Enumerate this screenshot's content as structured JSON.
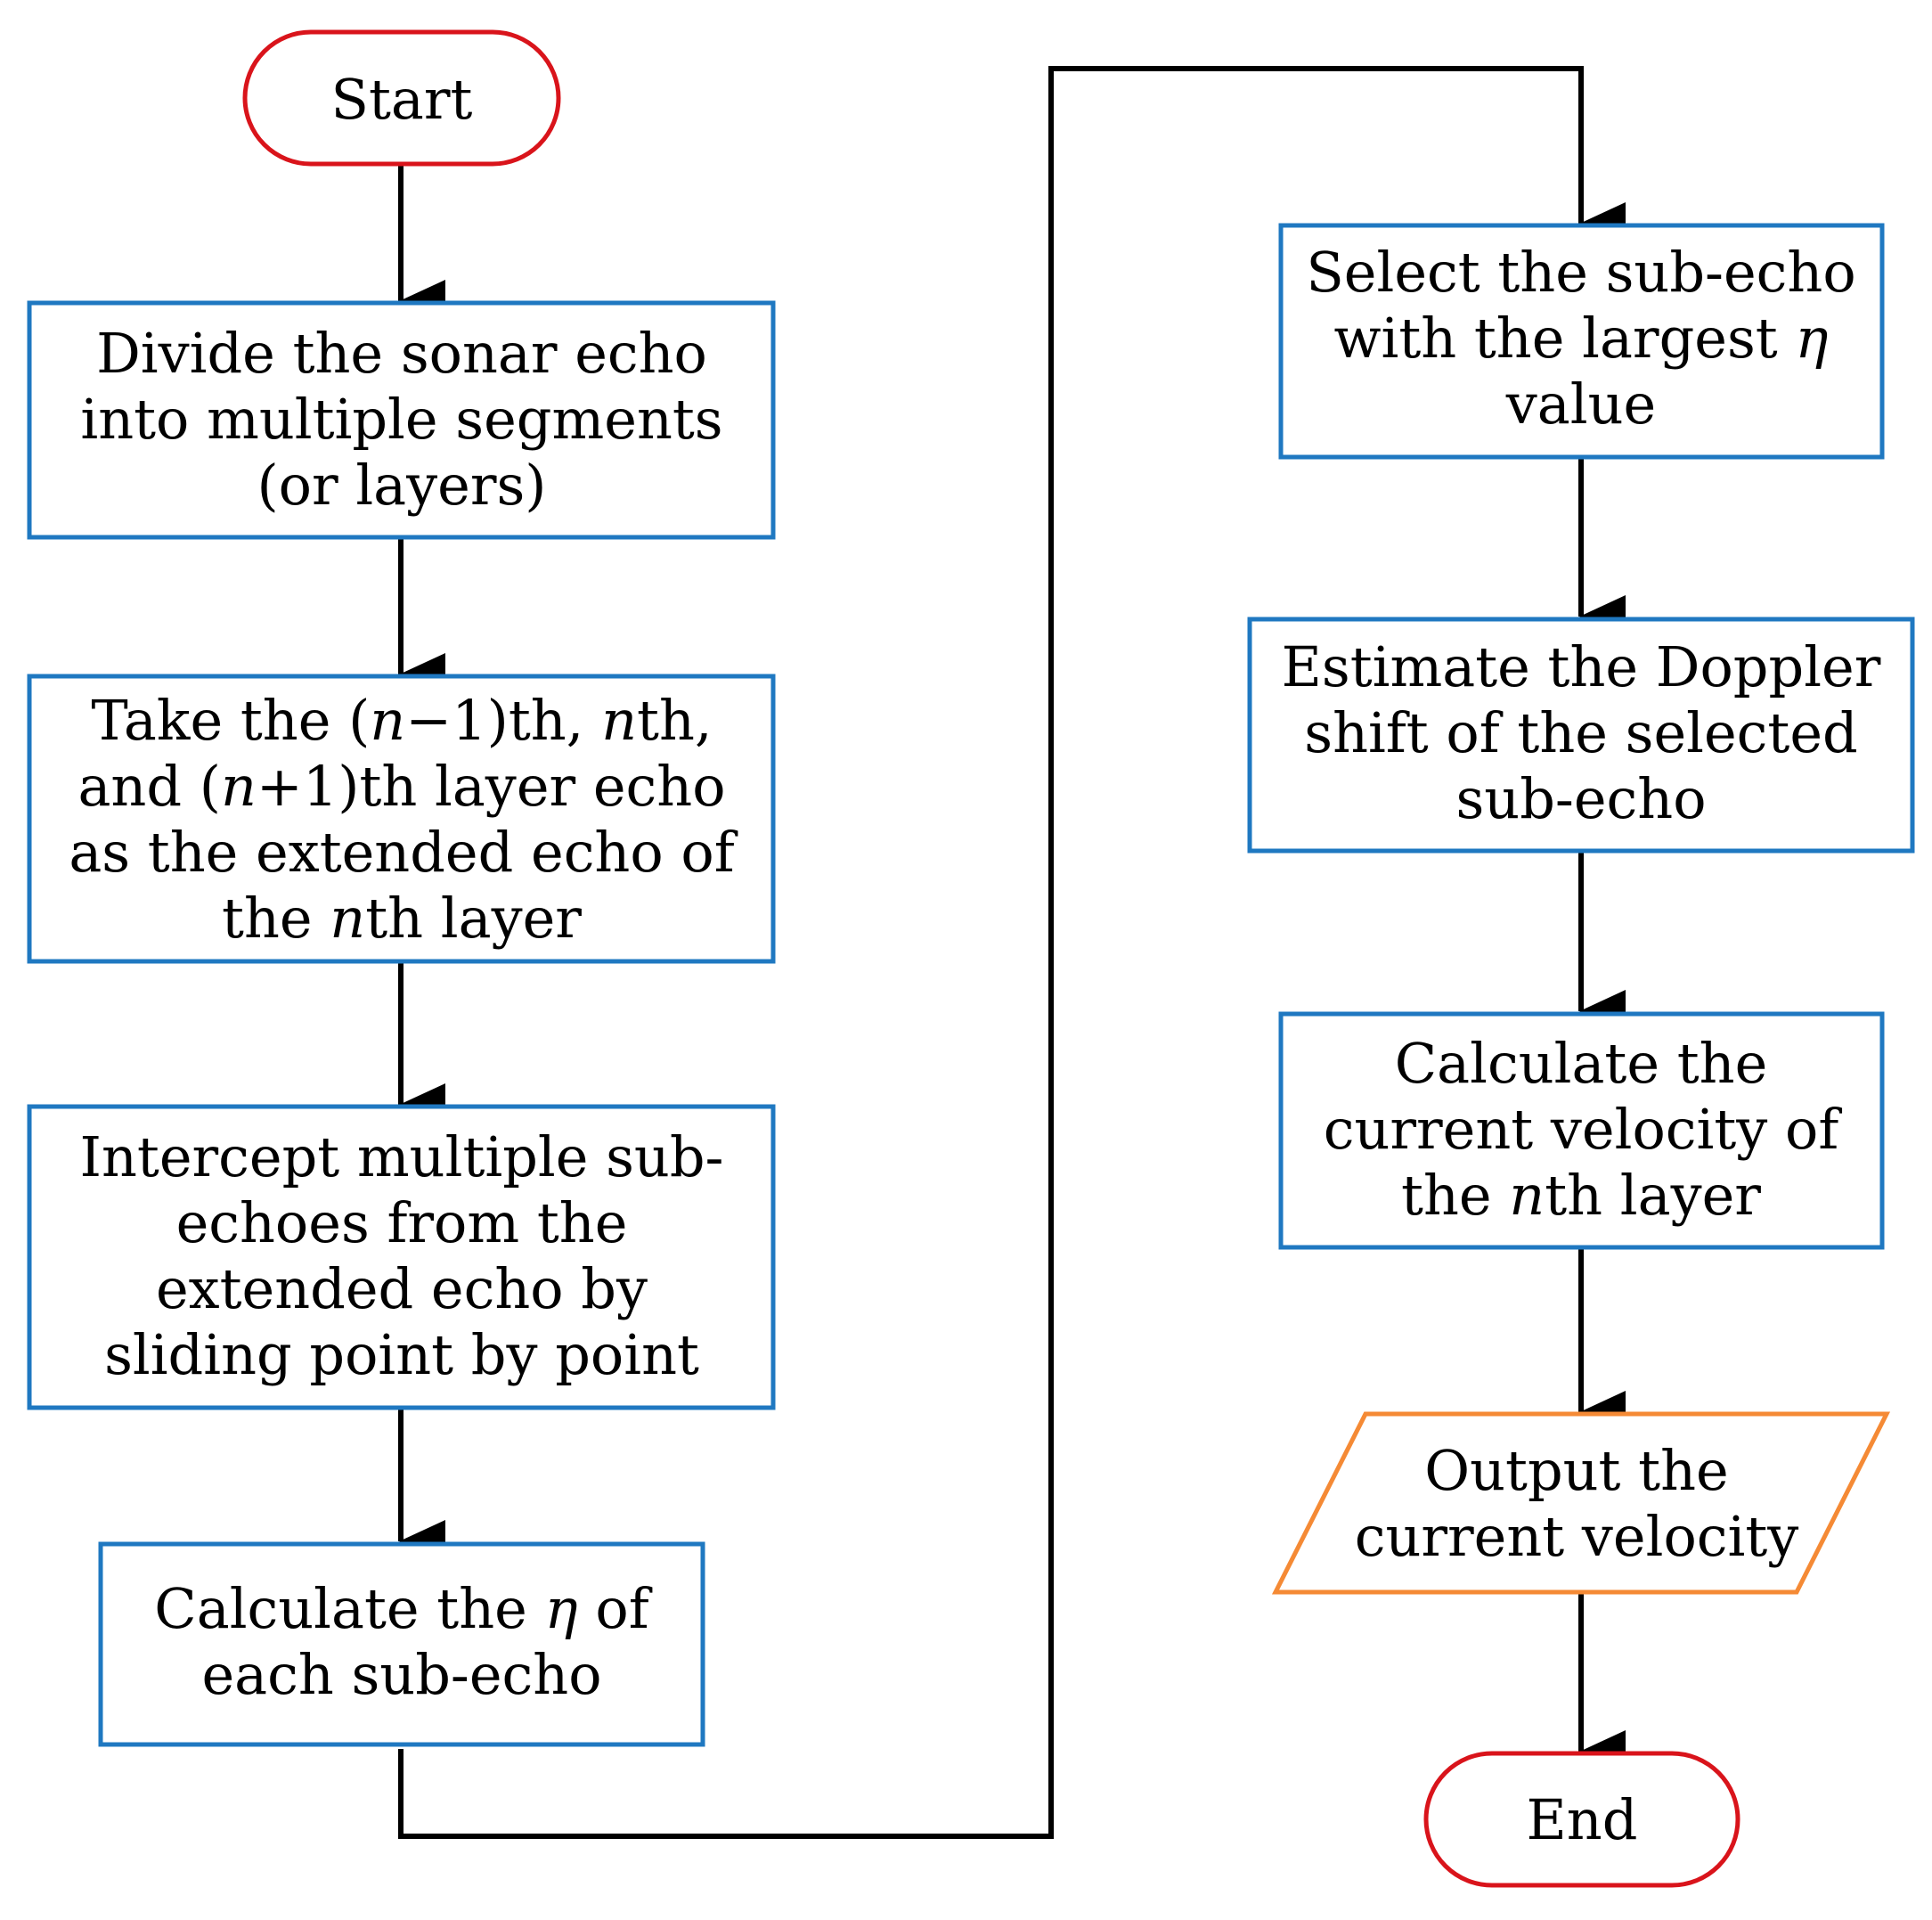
{
  "colors": {
    "terminal": "#D9141B",
    "process": "#1F78C1",
    "io": "#F58A35",
    "arrow": "#000000"
  },
  "nodes": {
    "start": {
      "lines": [
        [
          "Start"
        ]
      ]
    },
    "divide": {
      "lines": [
        [
          "Divide the sonar echo"
        ],
        [
          "into multiple segments"
        ],
        [
          "(or layers)"
        ]
      ]
    },
    "take": {
      "lines": [
        [
          "Take the (",
          {
            "i": "n"
          },
          "−1)th, ",
          {
            "i": "n"
          },
          "th,"
        ],
        [
          "and (",
          {
            "i": "n"
          },
          "+1)th layer echo"
        ],
        [
          "as the extended echo of"
        ],
        [
          "the ",
          {
            "i": "n"
          },
          "th layer"
        ]
      ]
    },
    "intercept": {
      "lines": [
        [
          "Intercept multiple sub-"
        ],
        [
          "echoes from the"
        ],
        [
          "extended echo by"
        ],
        [
          "sliding point by point"
        ]
      ]
    },
    "calc_eta": {
      "lines": [
        [
          "Calculate the ",
          {
            "i": "η"
          },
          " of"
        ],
        [
          "each sub-echo"
        ]
      ]
    },
    "select": {
      "lines": [
        [
          "Select the sub-echo"
        ],
        [
          "with the largest ",
          {
            "i": "η"
          }
        ],
        [
          "value"
        ]
      ]
    },
    "estimate": {
      "lines": [
        [
          "Estimate the Doppler"
        ],
        [
          "shift of the selected"
        ],
        [
          "sub-echo"
        ]
      ]
    },
    "calc_velocity": {
      "lines": [
        [
          "Calculate the"
        ],
        [
          "current velocity of"
        ],
        [
          "the ",
          {
            "i": "n"
          },
          "th layer"
        ]
      ]
    },
    "output": {
      "lines": [
        [
          "Output the"
        ],
        [
          "current velocity"
        ]
      ]
    },
    "end": {
      "lines": [
        [
          "End"
        ]
      ]
    }
  }
}
